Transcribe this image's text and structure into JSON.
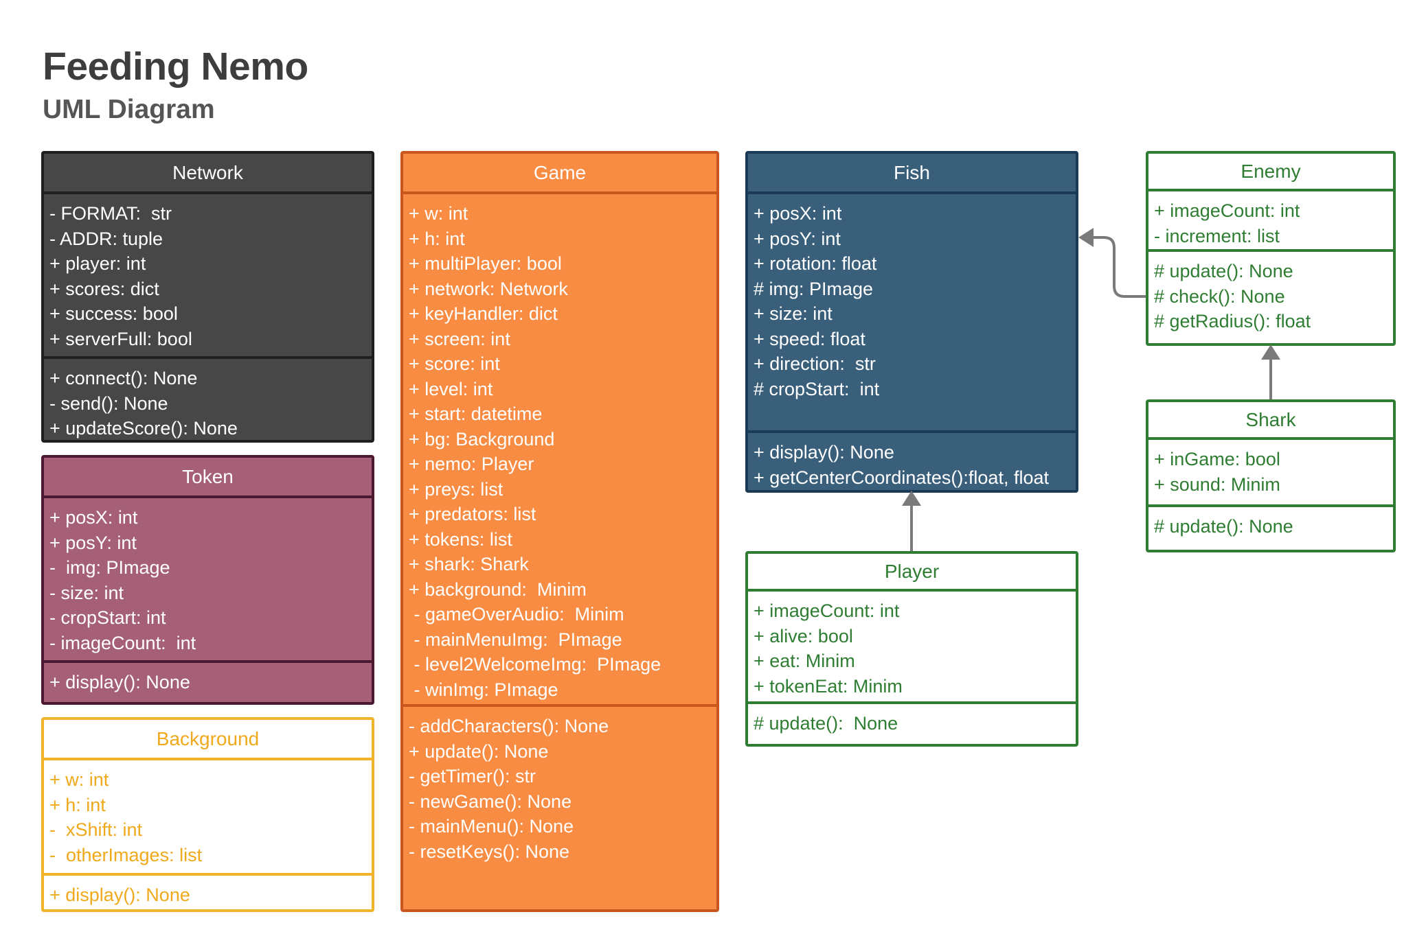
{
  "title": "Feeding Nemo",
  "subtitle": "UML Diagram",
  "classes": {
    "network": {
      "name": "Network",
      "attributes": [
        "- FORMAT:  str",
        "- ADDR: tuple",
        "+ player: int",
        "+ scores: dict",
        "+ success: bool",
        "+ serverFull: bool"
      ],
      "methods": [
        "+ connect(): None",
        "- send(): None",
        "+ updateScore(): None"
      ]
    },
    "token": {
      "name": "Token",
      "attributes": [
        "+ posX: int",
        "+ posY: int",
        "-  img: PImage",
        "- size: int",
        "- cropStart: int",
        "- imageCount:  int"
      ],
      "methods": [
        "+ display(): None"
      ]
    },
    "background": {
      "name": "Background",
      "attributes": [
        "+ w: int",
        "+ h: int",
        "-  xShift: int",
        "-  otherImages: list"
      ],
      "methods": [
        "+ display(): None"
      ]
    },
    "game": {
      "name": "Game",
      "attributes": [
        "+ w: int",
        "+ h: int",
        "+ multiPlayer: bool",
        "+ network: Network",
        "+ keyHandler: dict",
        "+ screen: int",
        "+ score: int",
        "+ level: int",
        "+ start: datetime",
        "+ bg: Background",
        "+ nemo: Player",
        "+ preys: list",
        "+ predators: list",
        "+ tokens: list",
        "+ shark: Shark",
        "+ background:  Minim",
        " - gameOverAudio:  Minim",
        " - mainMenuImg:  PImage",
        " - level2WelcomeImg:  PImage",
        " - winImg: PImage"
      ],
      "methods": [
        "- addCharacters(): None",
        "+ update(): None",
        "- getTimer(): str",
        "- newGame(): None",
        "- mainMenu(): None",
        "- resetKeys(): None"
      ]
    },
    "fish": {
      "name": "Fish",
      "attributes": [
        "+ posX: int",
        "+ posY: int",
        "+ rotation: float",
        "# img: PImage",
        "+ size: int",
        "+ speed: float",
        "+ direction:  str",
        "# cropStart:  int"
      ],
      "methods": [
        "+ display(): None",
        "+ getCenterCoordinates():float, float"
      ]
    },
    "player": {
      "name": "Player",
      "attributes": [
        "+ imageCount: int",
        "+ alive: bool",
        "+ eat: Minim",
        "+ tokenEat: Minim"
      ],
      "methods": [
        "# update():  None"
      ]
    },
    "enemy": {
      "name": "Enemy",
      "attributes": [
        "+ imageCount: int",
        "- increment: list"
      ],
      "methods": [
        "# update(): None",
        "# check(): None",
        "# getRadius(): float"
      ]
    },
    "shark": {
      "name": "Shark",
      "attributes": [
        "+ inGame: bool",
        "+ sound: Minim"
      ],
      "methods": [
        "# update(): None"
      ]
    }
  },
  "colors": {
    "network": "#474747",
    "token": "#a56078",
    "background": "#f0a91b",
    "game": "#f98c43",
    "fish": "#3a5f7b",
    "green": "#2e7d32",
    "connector": "#7a7a7a"
  }
}
